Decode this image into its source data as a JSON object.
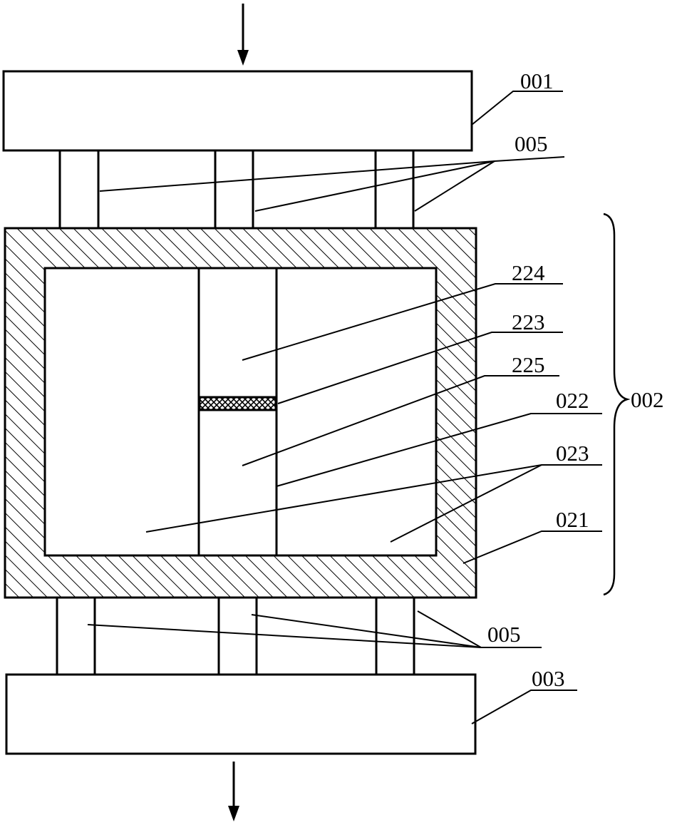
{
  "labels": {
    "top_plate": "001",
    "pillars_top": "005",
    "inner_upper": "224",
    "mesh": "223",
    "inner_lower": "225",
    "divider": "022",
    "chambers": "023",
    "frame": "021",
    "assembly": "002",
    "pillars_bottom": "005",
    "bottom_plate": "003"
  },
  "colors": {
    "stroke": "#000000",
    "background": "#ffffff"
  },
  "icons": {
    "inflow": "arrow-down-icon",
    "outflow": "arrow-down-icon"
  }
}
